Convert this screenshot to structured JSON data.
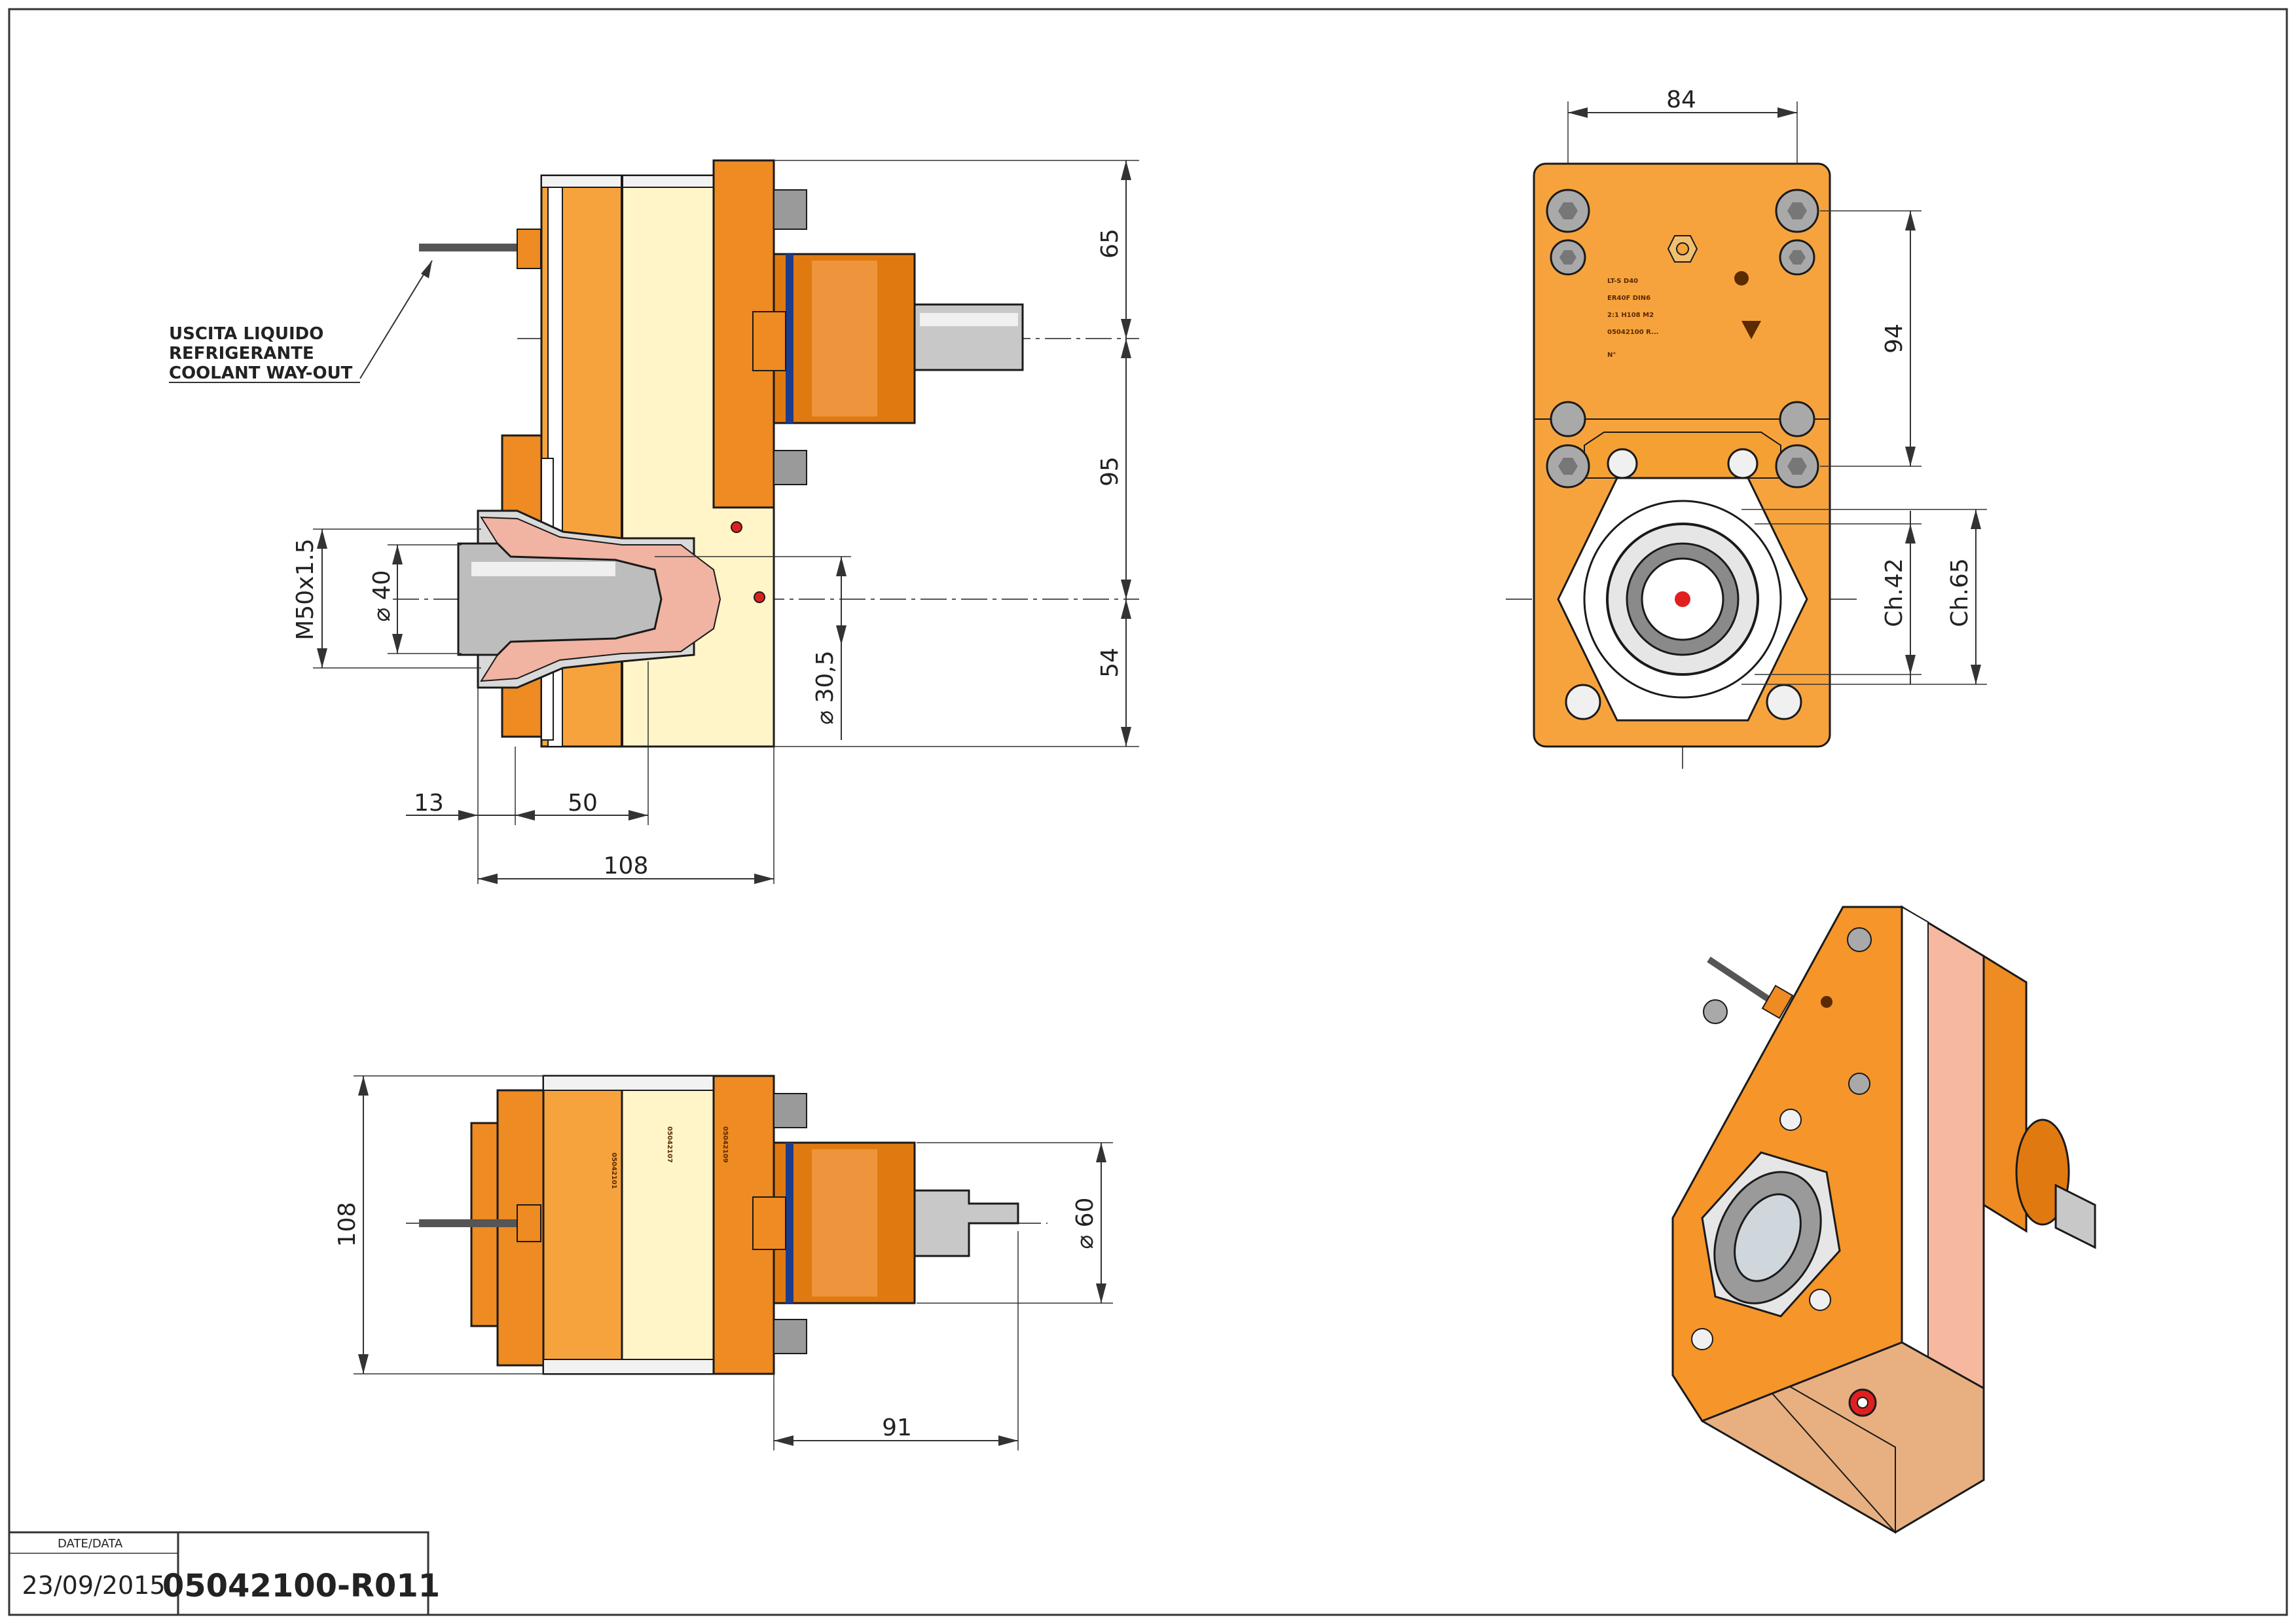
{
  "colors": {
    "body_orange": "#f7a33d",
    "body_dark": "#e07a10",
    "cream": "#fff5c8",
    "flange_orange": "#ee8b22",
    "steel": "#c8c8c8",
    "line": "#1a1a1a",
    "dim_line": "#333333",
    "seal_blue": "#1e3c8c",
    "red_dot": "#e02020"
  },
  "icons": [
    "hex-bolt-icon",
    "manufacturer-logo-icon",
    "direction-arrow-icon"
  ],
  "views": {
    "side": {
      "dims": {
        "d65": "65",
        "d95": "95",
        "d54": "54",
        "thread": "M50x1.5",
        "dia40": "⌀ 40",
        "dia30": "⌀ 30,5",
        "d13": "13",
        "d50": "50",
        "d108": "108"
      },
      "coolant_note": [
        "USCITA LIQUIDO",
        "REFRIGERANTE",
        "COOLANT WAY-OUT"
      ]
    },
    "front": {
      "dims": {
        "d84": "84",
        "d94": "94",
        "ch42": "Ch.42",
        "ch65": "Ch.65"
      },
      "label_lines": [
        "LT-S D40",
        "ER40F DIN6",
        "2:1 H108 M2",
        "05042100 R...",
        "N°"
      ]
    },
    "top": {
      "dims": {
        "d108": "108",
        "dia60": "⌀ 60",
        "d91": "91"
      },
      "stamps": [
        "05042101",
        "05042107",
        "05042109"
      ]
    }
  },
  "title_block": {
    "date_label": "DATE/DATA",
    "date": "23/09/2015",
    "code": "05042100-R011"
  }
}
